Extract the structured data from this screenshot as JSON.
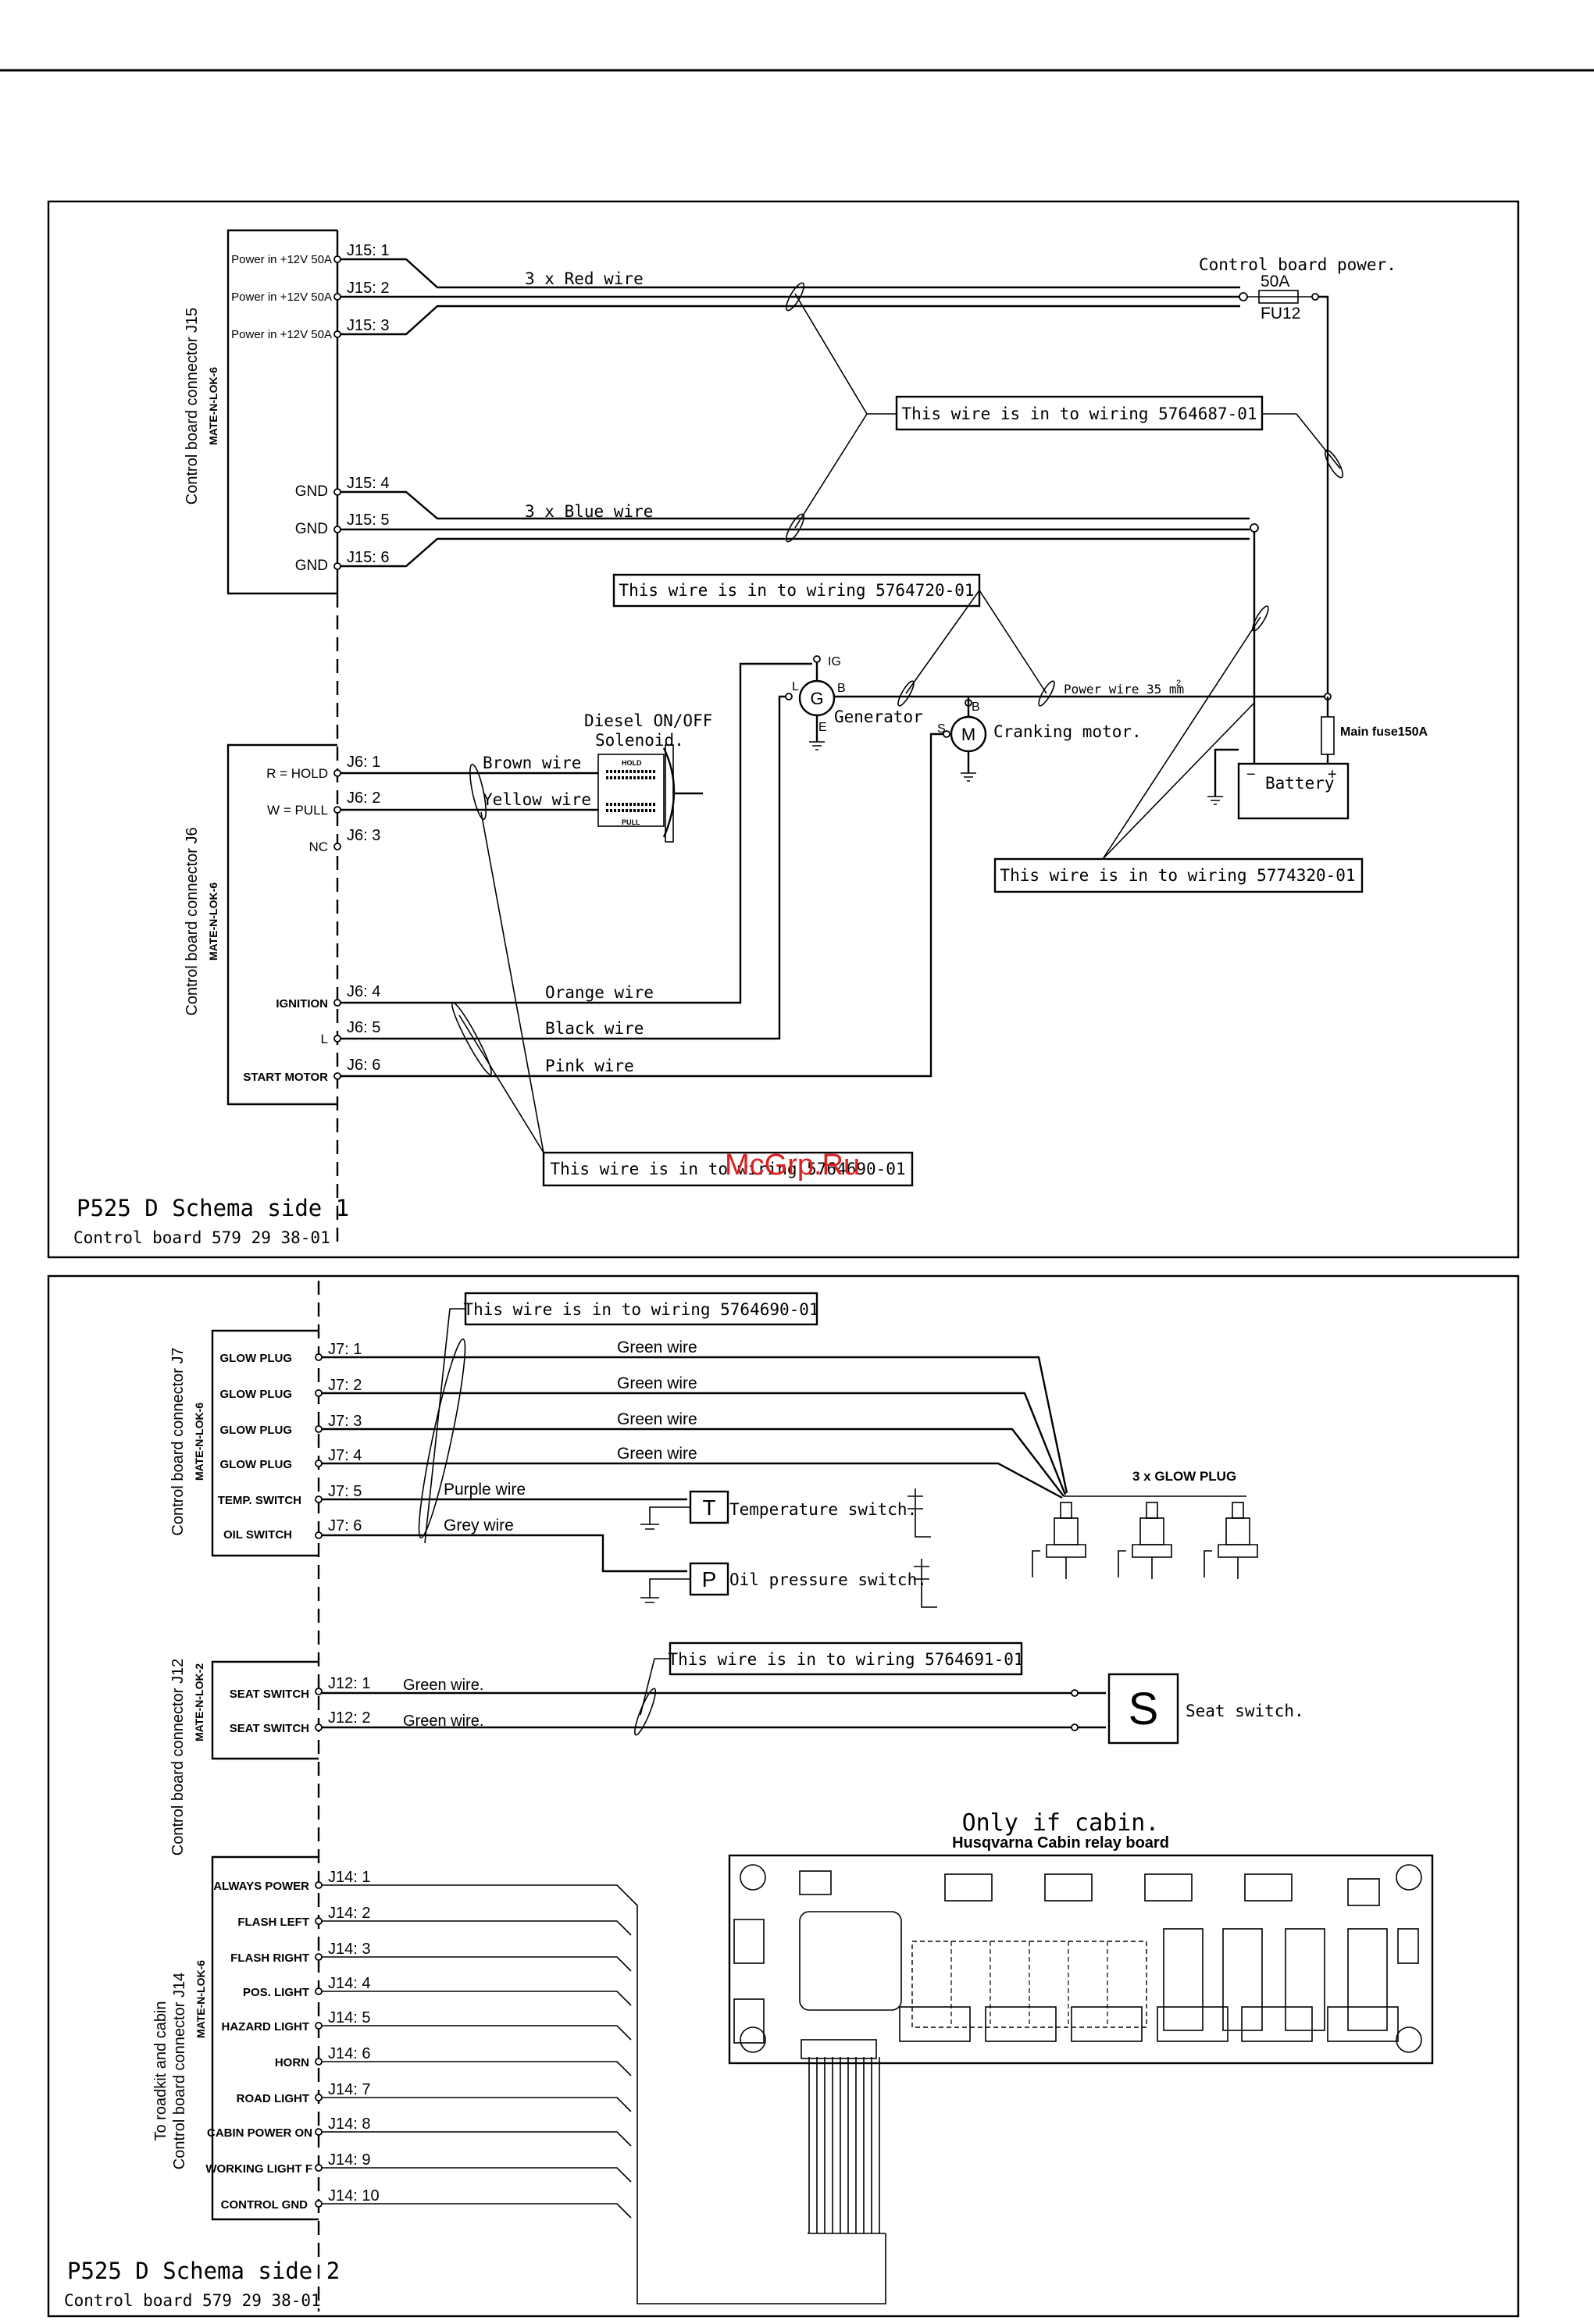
{
  "panel1": {
    "title": "P525 D Schema side 1",
    "subtitle": "Control board 579 29 38-01",
    "j15": {
      "name": "Control board connector J15",
      "type": "MATE-N-LOK-6",
      "pins": [
        {
          "label": "Power in +12V 50A",
          "pin": "J15: 1"
        },
        {
          "label": "Power in +12V 50A",
          "pin": "J15: 2"
        },
        {
          "label": "Power in +12V 50A",
          "pin": "J15: 3"
        },
        {
          "label": "GND",
          "pin": "J15: 4"
        },
        {
          "label": "GND",
          "pin": "J15: 5"
        },
        {
          "label": "GND",
          "pin": "J15: 6"
        }
      ]
    },
    "j6": {
      "name": "Control board connector J6",
      "type": "MATE-N-LOK-6",
      "pins": [
        {
          "label": "R = HOLD",
          "pin": "J6: 1"
        },
        {
          "label": "W = PULL",
          "pin": "J6: 2"
        },
        {
          "label": "NC",
          "pin": "J6: 3"
        },
        {
          "label": "IGNITION",
          "pin": "J6: 4"
        },
        {
          "label": "L",
          "pin": "J6: 5"
        },
        {
          "label": "START MOTOR",
          "pin": "J6: 6"
        }
      ]
    },
    "wires": {
      "red": "3 x Red wire",
      "blue": "3 x Blue wire",
      "brown": "Brown wire",
      "yellow": "Yellow wire",
      "orange": "Orange wire",
      "black": "Black wire",
      "pink": "Pink wire",
      "power": "Power wire 35 mm"
    },
    "notes": {
      "n1": "This wire is in to wiring 5764687-01",
      "n2": "This wire is in to wiring 5764720-01",
      "n3": "This wire is in to wiring 5774320-01",
      "n4": "This wire is in to wiring 5764690-01"
    },
    "components": {
      "cb_power": "Control board power.",
      "fuse_rating": "50A",
      "fuse_name": "FU12",
      "solenoid1": "Diesel ON/OFF",
      "solenoid2": "Solenoid.",
      "hold": "HOLD",
      "pull": "PULL",
      "generator": "Generator",
      "gen_symbol": "G",
      "ig": "IG",
      "l_term": "L",
      "b_term": "B",
      "e_term": "E",
      "motor": "Cranking motor.",
      "motor_symbol": "M",
      "s_term": "S",
      "main_fuse": "Main fuse150A",
      "battery": "Battery"
    }
  },
  "panel2": {
    "title": "P525 D Schema side 2",
    "subtitle": "Control board 579 29 38-01",
    "j7": {
      "name": "Control board connector J7",
      "type": "MATE-N-LOK-6",
      "pins": [
        {
          "label": "GLOW PLUG",
          "pin": "J7: 1",
          "wire": "Green wire"
        },
        {
          "label": "GLOW PLUG",
          "pin": "J7: 2",
          "wire": "Green wire"
        },
        {
          "label": "GLOW PLUG",
          "pin": "J7: 3",
          "wire": "Green wire"
        },
        {
          "label": "GLOW PLUG",
          "pin": "J7: 4",
          "wire": "Green wire"
        },
        {
          "label": "TEMP. SWITCH",
          "pin": "J7: 5",
          "wire": "Purple wire"
        },
        {
          "label": "OIL SWITCH",
          "pin": "J7: 6",
          "wire": "Grey wire"
        }
      ]
    },
    "j12": {
      "name": "Control board connector J12",
      "type": "MATE-N-LOK-2",
      "pins": [
        {
          "label": "SEAT SWITCH",
          "pin": "J12: 1",
          "wire": "Green wire."
        },
        {
          "label": "SEAT SWITCH",
          "pin": "J12: 2",
          "wire": "Green wire."
        }
      ]
    },
    "j14": {
      "name1": "To roadkit and cabin",
      "name2": "Control board connector J14",
      "type": "MATE-N-LOK-6",
      "pins": [
        {
          "label": "ALWAYS POWER",
          "pin": "J14: 1"
        },
        {
          "label": "FLASH LEFT",
          "pin": "J14: 2"
        },
        {
          "label": "FLASH RIGHT",
          "pin": "J14: 3"
        },
        {
          "label": "POS. LIGHT",
          "pin": "J14: 4"
        },
        {
          "label": "HAZARD LIGHT",
          "pin": "J14: 5"
        },
        {
          "label": "HORN",
          "pin": "J14: 6"
        },
        {
          "label": "ROAD LIGHT",
          "pin": "J14: 7"
        },
        {
          "label": "CABIN POWER ON",
          "pin": "J14: 8"
        },
        {
          "label": "WORKING LIGHT F",
          "pin": "J14: 9"
        },
        {
          "label": "CONTROL GND",
          "pin": "J14: 10"
        }
      ]
    },
    "notes": {
      "n1": "This wire is in to wiring 5764690-01",
      "n2": "This wire is in to wiring 5764691-01"
    },
    "components": {
      "glow": "3 x GLOW PLUG",
      "temp": "Temperature switch.",
      "temp_symbol": "T",
      "oil": "Oil pressure switch.",
      "oil_symbol": "P",
      "seat": "Seat switch.",
      "seat_symbol": "S",
      "cabin_only": "Only if cabin.",
      "relay_board": "Husqvarna Cabin relay board"
    }
  },
  "watermark": "McGrp.Ru"
}
